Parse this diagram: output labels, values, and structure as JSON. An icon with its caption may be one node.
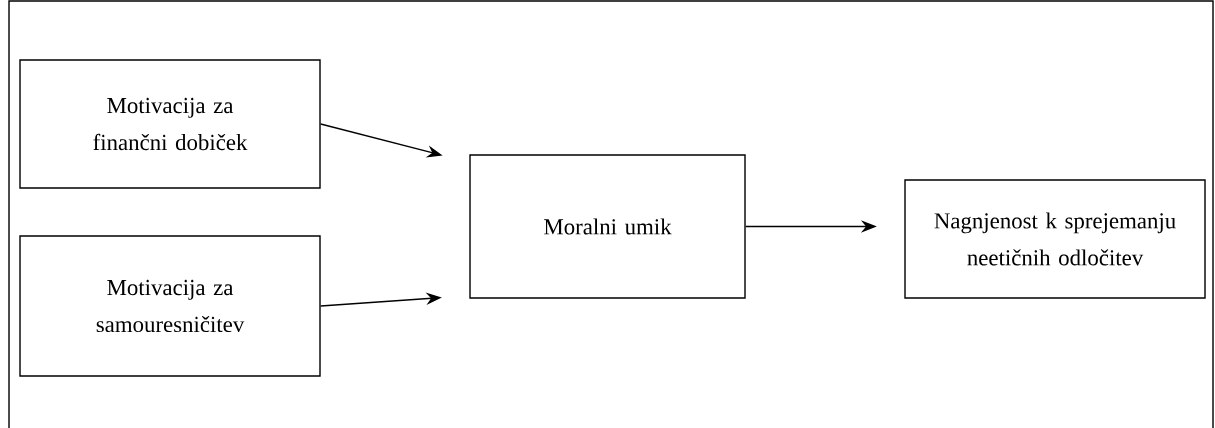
{
  "diagram": {
    "nodes": [
      {
        "text": [
          "Motivacija za finančni dobiček"
        ]
      },
      {
        "text": [
          "Motivacija za samouresničitev"
        ]
      },
      {
        "text": [
          "Moralni umik"
        ]
      },
      {
        "text": [
          "Nagnjenost k sprejemanju neetičnih odločitev"
        ]
      }
    ],
    "edges": [
      {
        "from": 0,
        "to": 2,
        "arrow": "to"
      },
      {
        "from": 1,
        "to": 2,
        "arrow": "to"
      },
      {
        "from": 2,
        "to": 3,
        "arrow": "to"
      }
    ]
  }
}
